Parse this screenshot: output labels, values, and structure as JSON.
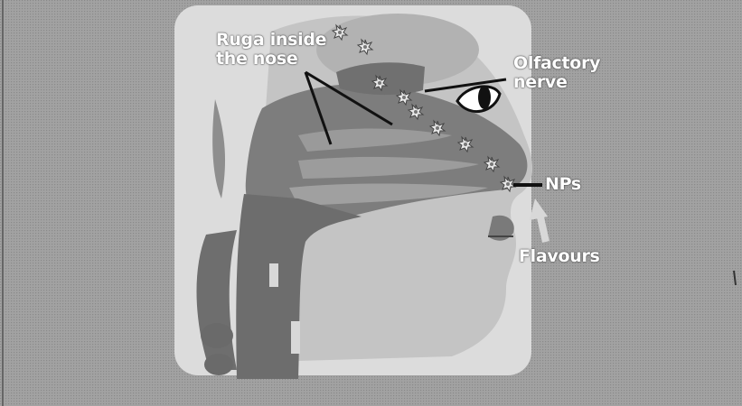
{
  "labels": {
    "ruga": [
      "Ruga inside",
      "the nose"
    ],
    "olfactory": [
      "Olfactory",
      "nerve"
    ],
    "nps": "NPs",
    "flavours": "Flavours"
  },
  "colors": {
    "background": "#a4a4a4",
    "panel": "#dcdcdc",
    "nasal_cavity": "#7e7e7e",
    "airway": "#6e6e6e",
    "skin": "#c6c6c6",
    "label_text": "#ffffff",
    "pointer_line": "#111111"
  },
  "icons": [
    "particle-icon",
    "eye-icon",
    "arrow-icon"
  ]
}
